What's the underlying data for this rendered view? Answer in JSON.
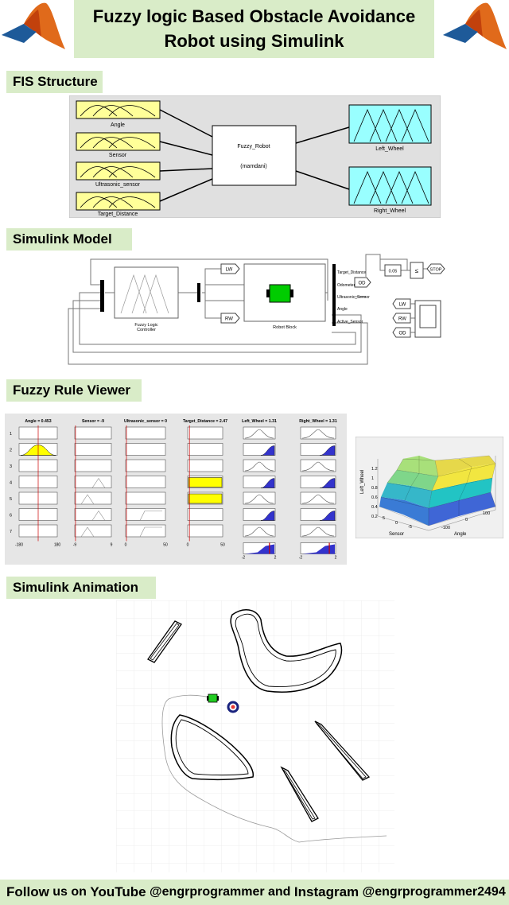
{
  "title": {
    "line1": "Fuzzy logic Based Obstacle Avoidance",
    "line2": "Robot using Simulink"
  },
  "logo_icon": "matlab-membrane-logo",
  "sections": {
    "fis": "FIS Structure",
    "simulink": "Simulink Model",
    "rule_viewer": "Fuzzy Rule Viewer",
    "animation": "Simulink Animation"
  },
  "fis": {
    "inputs": [
      "Angle",
      "Sensor",
      "Ultrasonic_sensor",
      "Target_Distance"
    ],
    "system_name": "Fuzzy_Robot",
    "system_type": "(mamdani)",
    "outputs": [
      "Left_Wheel",
      "Right_Wheel"
    ],
    "colors": {
      "input": "#ffff99",
      "output": "#99ffff",
      "bg": "#e0e0e0"
    }
  },
  "simulink": {
    "flc_label_1": "Fuzzy Logic",
    "flc_label_2": "Controller",
    "robot_label": "Robot Block",
    "tags": [
      "LW",
      "RW",
      "OD"
    ],
    "outputs": [
      "Target_Distance",
      "Odometer",
      "Ultrasonic_Sensor",
      "Angle",
      "Active_Sensor"
    ],
    "constant": "0.05",
    "compare": "≤",
    "stop": "STOP",
    "scope_inputs": [
      "LW",
      "RW",
      "OD"
    ],
    "robot_color": "#00cc00"
  },
  "rule_viewer": {
    "headers": [
      "Angle = 0.453",
      "Sensor = -9",
      "Ultrasonic_sensor = 0",
      "Target_Distance = 2.47",
      "Left_Wheel = 1.31",
      "Right_Wheel = 1.31"
    ],
    "rule_numbers": [
      "1",
      "2",
      "3",
      "4",
      "5",
      "6",
      "7"
    ],
    "ranges": [
      [
        "-180",
        "180"
      ],
      [
        "-9",
        "9"
      ],
      [
        "0",
        "50"
      ],
      [
        "0",
        "50"
      ],
      [
        "-2",
        "2"
      ],
      [
        "-2",
        "2"
      ]
    ],
    "colors": {
      "fire": "#ffff00",
      "output": "#3333cc",
      "marker": "#cc0000"
    }
  },
  "surface": {
    "zlabel": "Left_Wheel",
    "xlabel": "Sensor",
    "ylabel": "Angle",
    "z_ticks": [
      "1.2",
      "1",
      "0.8",
      "0.6",
      "0.4",
      "0.2"
    ],
    "x_ticks": [
      "5",
      "0",
      "-5"
    ],
    "y_ticks": [
      "-100",
      "0",
      "100"
    ]
  },
  "footer": {
    "follow": "Follow",
    "us_on": " us on ",
    "youtube": "YouTube",
    "yt_handle": " @engrprogrammer and ",
    "instagram": "Instagram",
    "ig_handle": " @engrprogrammer2494"
  }
}
